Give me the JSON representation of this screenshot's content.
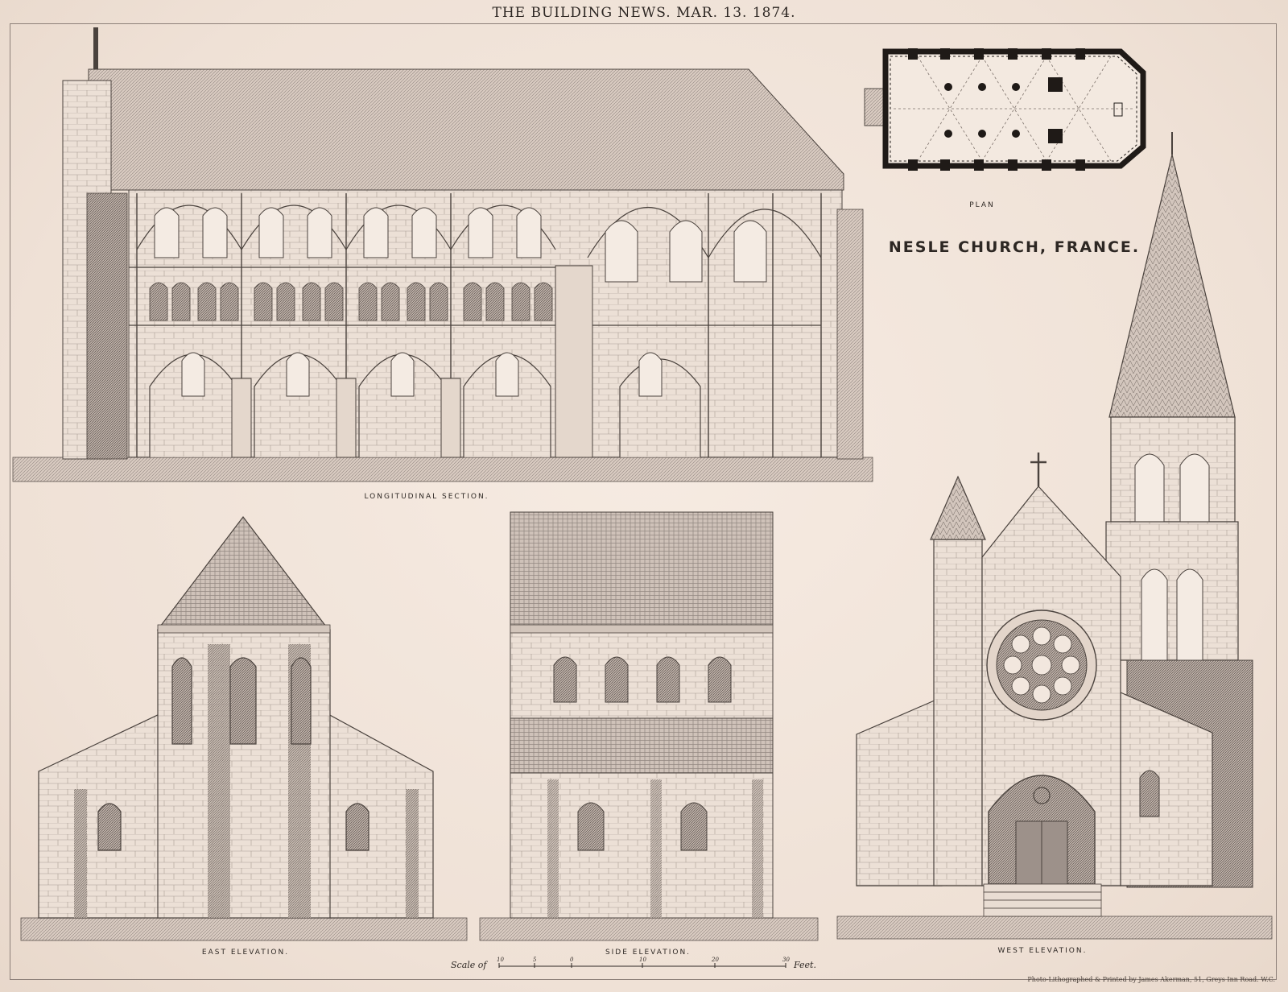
{
  "header": {
    "text": "THE BUILDING NEWS. MAR. 13. 1874."
  },
  "title": "NESLE CHURCH, FRANCE.",
  "captions": {
    "plan": "PLAN",
    "longitudinal_section": "LONGITUDINAL SECTION.",
    "east_elevation": "EAST ELEVATION.",
    "side_elevation": "SIDE ELEVATION.",
    "west_elevation": "WEST ELEVATION."
  },
  "scale": {
    "prefix": "Scale of",
    "ticks": [
      "10",
      "5",
      "0",
      "10",
      "20",
      "30"
    ],
    "unit": "Feet."
  },
  "imprint": "Photo-Lithographed & Printed by James Akerman, 51, Greys Inn Road. W.C.",
  "colors": {
    "paper": "#f1e4db",
    "ink": "#2d2723",
    "hatch": "#9c918b",
    "stone": "#e6d8cd"
  }
}
